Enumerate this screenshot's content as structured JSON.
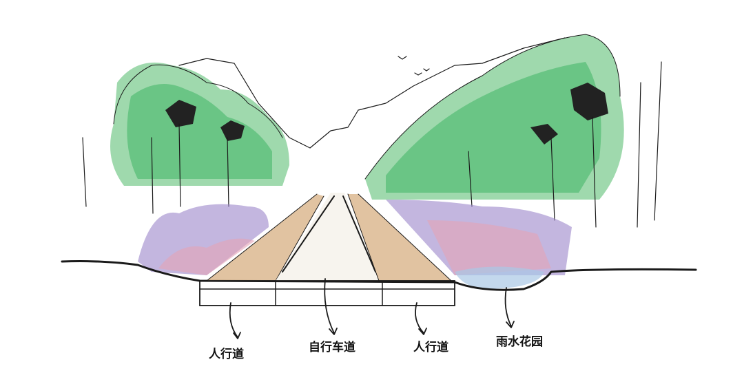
{
  "labels": {
    "sidewalk_left": "人行道",
    "bike_lane": "自行车道",
    "sidewalk_right": "人行道",
    "rain_garden": "雨水花园"
  },
  "colors": {
    "foliage": "#5cbf7a",
    "foliage_light": "#9fd9ad",
    "grass_purple": "#9b86c9",
    "grass_pink": "#e4a3b5",
    "deck": "#d9b48a",
    "water": "#a9c7e6",
    "ink": "#1a1a1a"
  }
}
